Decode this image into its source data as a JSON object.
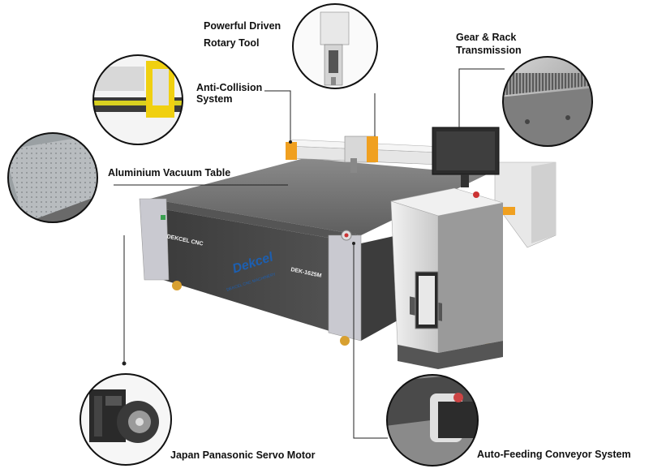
{
  "callouts": {
    "rotary_tool_line1": "Powerful Driven",
    "rotary_tool_line2": "Rotary Tool",
    "gear_rack_line1": "Gear & Rack",
    "gear_rack_line2": "Transmission",
    "anti_collision_line1": "Anti-Collision",
    "anti_collision_line2": "System",
    "vacuum_table": "Aluminium Vacuum Table",
    "servo_motor": "Japan Panasonic Servo Motor",
    "conveyor": "Auto-Feeding Conveyor System"
  },
  "machine": {
    "brand_text": "DEKCEL CNC",
    "model_text": "DEK-1625M",
    "logo_text": "Dekcel",
    "logo_subtext": "DEKCEL CNC MACHINERY"
  },
  "colors": {
    "accent_orange": "#f0a020",
    "body_dark": "#4a4a4a",
    "table_grey": "#707070",
    "logo_blue": "#1d5fb0",
    "leader_line": "#222222"
  }
}
